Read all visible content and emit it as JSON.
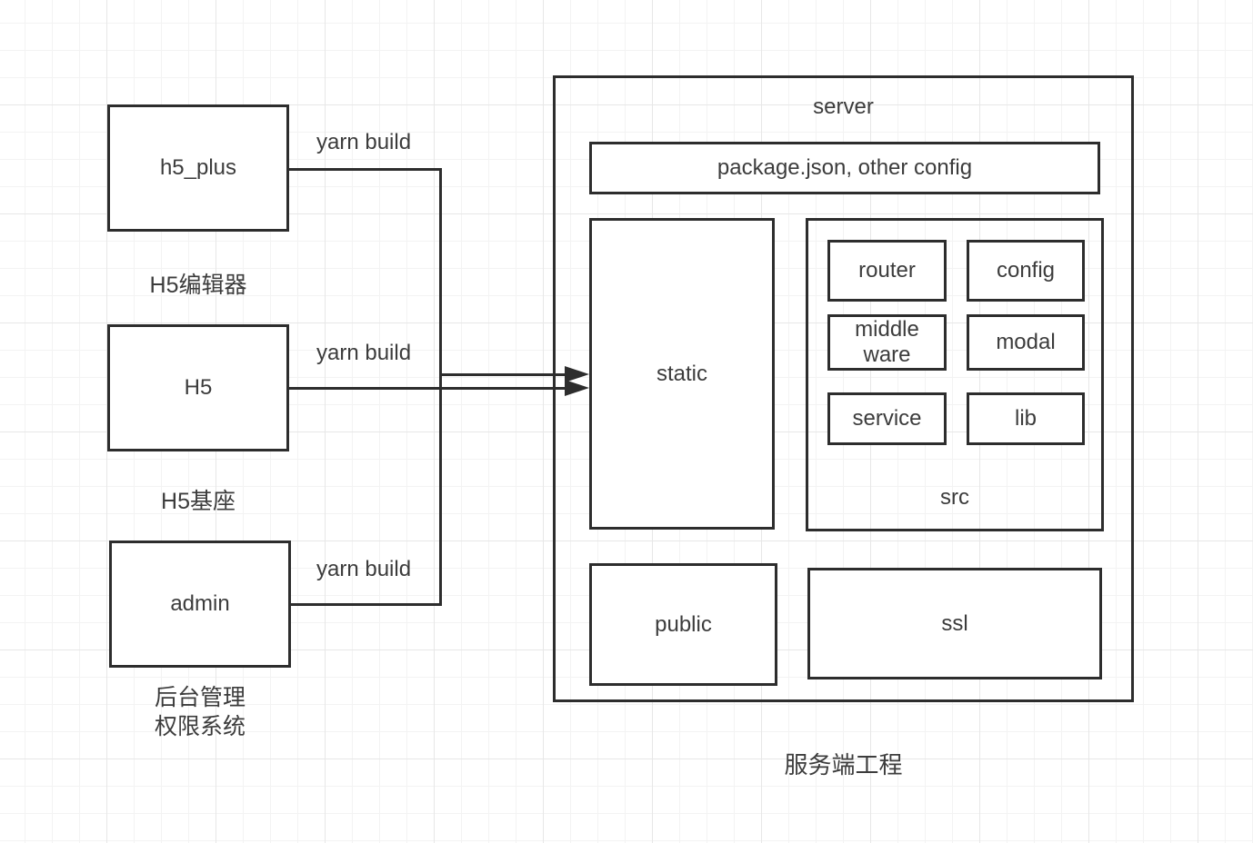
{
  "diagram": {
    "colors": {
      "stroke": "#2d2d2d",
      "text": "#3c3c3c",
      "canvas": "#ffffff",
      "grid_minor": "#f3f3f3",
      "grid_major": "#e7e7e7"
    },
    "sources": [
      {
        "label": "h5_plus",
        "caption": "H5编辑器",
        "edge_label": "yarn build"
      },
      {
        "label": "H5",
        "caption": "H5基座",
        "edge_label": "yarn build"
      },
      {
        "label": "admin",
        "caption_line1": "后台管理",
        "caption_line2": "权限系统",
        "edge_label": "yarn build"
      }
    ],
    "server": {
      "title": "server",
      "config_label": "package.json, other config",
      "static_label": "static",
      "src": {
        "label": "src",
        "modules": [
          {
            "label": "router"
          },
          {
            "label": "config"
          },
          {
            "label": "middle ware"
          },
          {
            "label": "modal"
          },
          {
            "label": "service"
          },
          {
            "label": "lib"
          }
        ]
      },
      "public_label": "public",
      "ssl_label": "ssl",
      "caption": "服务端工程"
    }
  }
}
